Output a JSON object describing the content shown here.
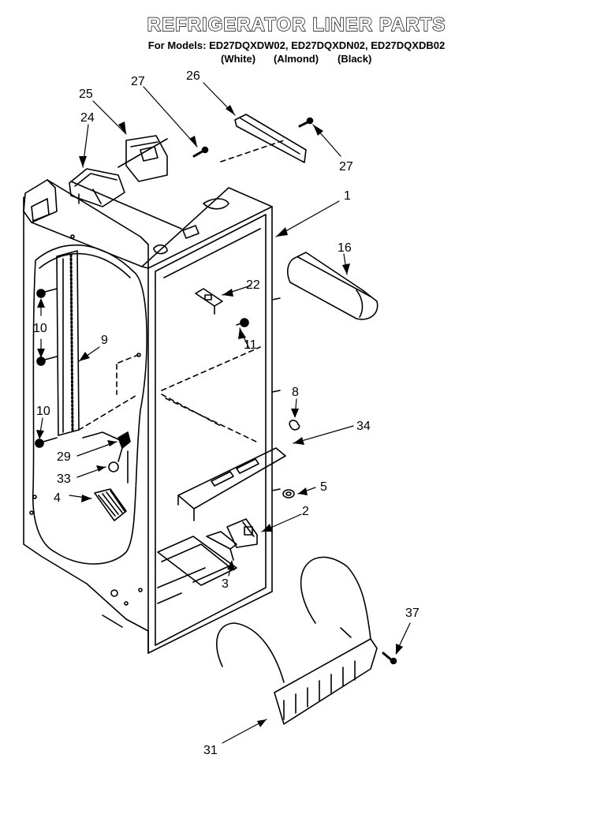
{
  "diagram": {
    "title": "REFRIGERATOR LINER PARTS",
    "subtitle": "For Models: ED27DQXDW02, ED27DQXDN02, ED27DQXDB02",
    "variants": [
      "(White)",
      "(Almond)",
      "(Black)"
    ],
    "callouts": {
      "c1": "1",
      "c2": "2",
      "c3": "3",
      "c4": "4",
      "c5": "5",
      "c8": "8",
      "c9": "9",
      "c10a": "10",
      "c10b": "10",
      "c11": "11",
      "c16": "16",
      "c22": "22",
      "c24": "24",
      "c25": "25",
      "c26": "26",
      "c27a": "27",
      "c27b": "27",
      "c29": "29",
      "c31": "31",
      "c33": "33",
      "c34": "34",
      "c37": "37"
    }
  }
}
